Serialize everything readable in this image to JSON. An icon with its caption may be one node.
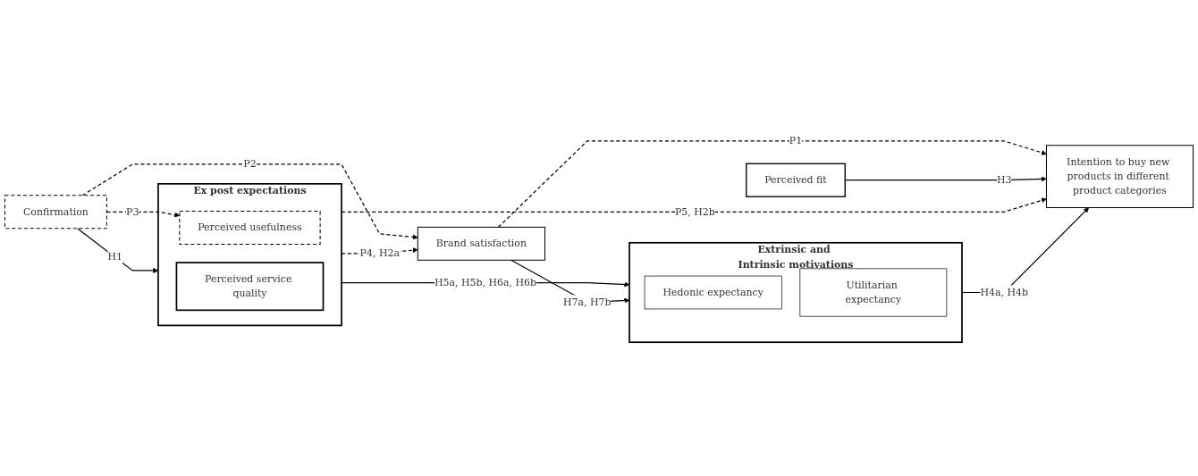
{
  "diagram": {
    "nodes": [
      {
        "text": [
          "Ex post expectations"
        ]
      },
      {
        "text": [
          "Perceived usefulness"
        ],
        "in": 0
      },
      {
        "text": [
          "Perceived service quality"
        ],
        "in": 0
      },
      {
        "text": [
          "Extrinsic and Intrinsic motivations"
        ]
      },
      {
        "text": [
          "Hedonic expectancy"
        ],
        "in": 3
      },
      {
        "text": [
          "Utilitarian expectancy"
        ],
        "in": 3
      },
      {
        "text": [
          "Brand satisfaction"
        ]
      },
      {
        "text": [
          "Perceived fit"
        ]
      },
      {
        "text": [
          "Intention to buy new products in different product categories"
        ]
      },
      {
        "text": [
          "Confirmation"
        ]
      }
    ],
    "edges": [
      {
        "from": 9,
        "to": 1,
        "arrow": "to",
        "label": "P3",
        "style": "dashed"
      },
      {
        "from": 9,
        "to": 0,
        "arrow": "to",
        "label": "H1"
      },
      {
        "from": 9,
        "to": 6,
        "arrow": "to",
        "label": "P2",
        "style": "dashed"
      },
      {
        "from": 0,
        "to": 3,
        "arrow": "to",
        "label": "H5a, H5b, H6a, H6b"
      },
      {
        "from": 0,
        "to": 6,
        "arrow": "to",
        "label": "P4, H2a",
        "style": "dashed"
      },
      {
        "from": 0,
        "to": 8,
        "arrow": "to",
        "label": "P5, H2b",
        "style": "dashed"
      },
      {
        "from": 6,
        "to": 3,
        "arrow": "to",
        "label": "H7a, H7b"
      },
      {
        "from": 6,
        "to": 8,
        "arrow": "to",
        "label": "P1",
        "style": "dashed"
      },
      {
        "from": 7,
        "to": 8,
        "arrow": "to",
        "label": "H3"
      },
      {
        "from": 3,
        "to": 8,
        "arrow": "to",
        "label": "H4a, H4b"
      }
    ]
  }
}
